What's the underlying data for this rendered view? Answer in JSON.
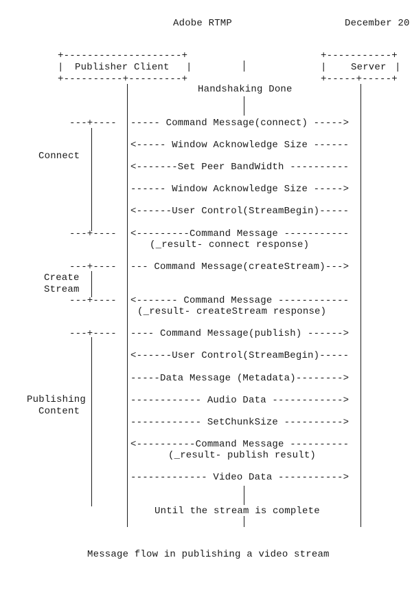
{
  "header": {
    "title": "Adobe RTMP",
    "date": "December 20"
  },
  "actors": {
    "publisher": "Publisher Client",
    "server": "Server"
  },
  "ascii": {
    "pub_box_top": "+--------------------+",
    "pub_box_mid_left": "|",
    "pub_box_mid_right": "|",
    "pub_box_bottom": "+----------+---------+",
    "srv_box_top": "+-----------+",
    "srv_box_mid_left": "|",
    "srv_box_mid_right": "|",
    "srv_box_bottom": "+-----+-----+",
    "bracket_tick": "---+----"
  },
  "handshake": "Handshaking Done",
  "phases": {
    "connect": "Connect",
    "create_line1": "Create",
    "create_line2": "Stream",
    "publish_line1": "Publishing",
    "publish_line2": "Content"
  },
  "messages": [
    "----- Command Message(connect) ----->",
    "<----- Window Acknowledge Size ------",
    "<-------Set Peer BandWidth ----------",
    "------ Window Acknowledge Size ----->",
    "<------User Control(StreamBegin)-----",
    "<---------Command Message -----------",
    "(_result- connect response)",
    "--- Command Message(createStream)--->",
    "<------- Command Message ------------",
    "(_result- createStream response)",
    "---- Command Message(publish) ------>",
    "<------User Control(StreamBegin)-----",
    "-----Data Message (Metadata)-------->",
    "------------ Audio Data ------------>",
    "------------ SetChunkSize ---------->",
    "<----------Command Message ----------",
    "(_result- publish result)",
    "------------- Video Data ----------->"
  ],
  "until_complete": "Until the stream is complete",
  "caption": "Message flow in publishing a video stream"
}
